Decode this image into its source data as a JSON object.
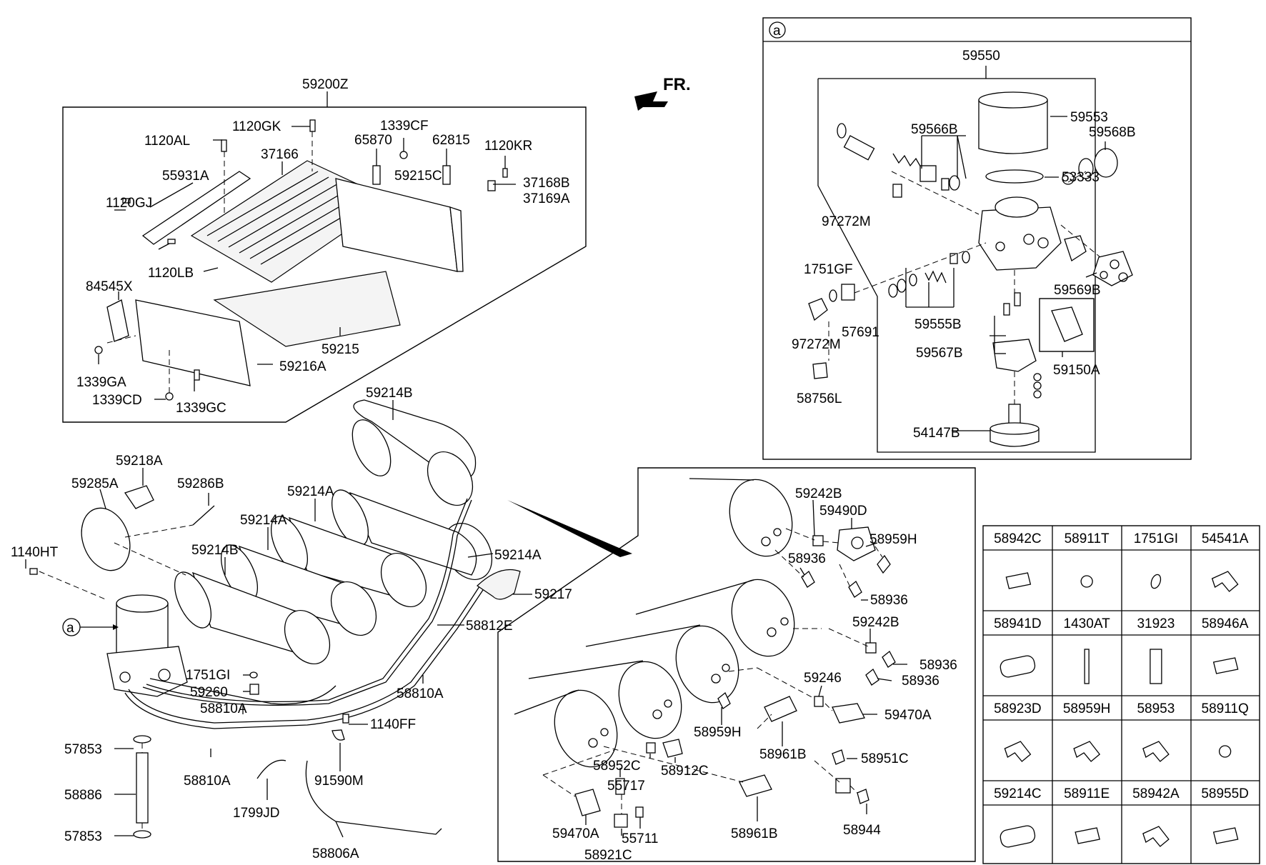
{
  "direction_label": "FR.",
  "inset_marker": "a",
  "labels": {
    "l59200Z": "59200Z",
    "l1120GK": "1120GK",
    "l1120AL": "1120AL",
    "l1339CF": "1339CF",
    "l65870": "65870",
    "l62815": "62815",
    "l1120KR": "1120KR",
    "l37166": "37166",
    "l55931A": "55931A",
    "l59215C": "59215C",
    "l37168B": "37168B",
    "l37169A": "37169A",
    "l1120GJ": "1120GJ",
    "l1120LB": "1120LB",
    "l84545X": "84545X",
    "l59215": "59215",
    "l59216A": "59216A",
    "l1339GA": "1339GA",
    "l1339CD": "1339CD",
    "l1339GC": "1339GC",
    "l59214B_top": "59214B",
    "l59218A": "59218A",
    "l59285A": "59285A",
    "l59286B": "59286B",
    "l59214A_1": "59214A",
    "l59214A_2": "59214A",
    "l59214A_3": "59214A",
    "l1140HT": "1140HT",
    "l59214B_2": "59214B",
    "l59217": "59217",
    "l58812E": "58812E",
    "l1751GI": "1751GI",
    "l59260": "59260",
    "l58810A_1": "58810A",
    "l58810A_2": "58810A",
    "l58810A_3": "58810A",
    "l1140FF": "1140FF",
    "l57853_1": "57853",
    "l58886": "58886",
    "l57853_2": "57853",
    "l91590M": "91590M",
    "l1799JD": "1799JD",
    "l58806A": "58806A",
    "a_marker_label": "a",
    "l59550": "59550",
    "l59553": "59553",
    "l59566B": "59566B",
    "l59568B": "59568B",
    "l53333": "53333",
    "l97272M_1": "97272M",
    "l1751GF": "1751GF",
    "l57691": "57691",
    "l97272M_2": "97272M",
    "l59555B": "59555B",
    "l59569B": "59569B",
    "l59567B": "59567B",
    "l59150A": "59150A",
    "l58756L": "58756L",
    "l54147B": "54147B",
    "l59242B_1": "59242B",
    "l59490D": "59490D",
    "l58959H_1": "58959H",
    "l58936_1": "58936",
    "l58936_2": "58936",
    "l59242B_2": "59242B",
    "l58936_3": "58936",
    "l58936_4": "58936",
    "l59246": "59246",
    "l59470A_1": "59470A",
    "l58959H_2": "58959H",
    "l58961B_1": "58961B",
    "l58951C": "58951C",
    "l58952C": "58952C",
    "l58912C": "58912C",
    "l55717": "55717",
    "l59470A_2": "59470A",
    "l55711": "55711",
    "l58921C": "58921C",
    "l58961B_2": "58961B",
    "l58944": "58944"
  },
  "parts_table": [
    [
      "58942C",
      "58911T",
      "1751GI",
      "54541A"
    ],
    [
      "58941D",
      "1430AT",
      "31923",
      "58946A"
    ],
    [
      "58923D",
      "58959H",
      "58953",
      "58911Q"
    ],
    [
      "59214C",
      "58911E",
      "58942A",
      "58955D"
    ]
  ]
}
